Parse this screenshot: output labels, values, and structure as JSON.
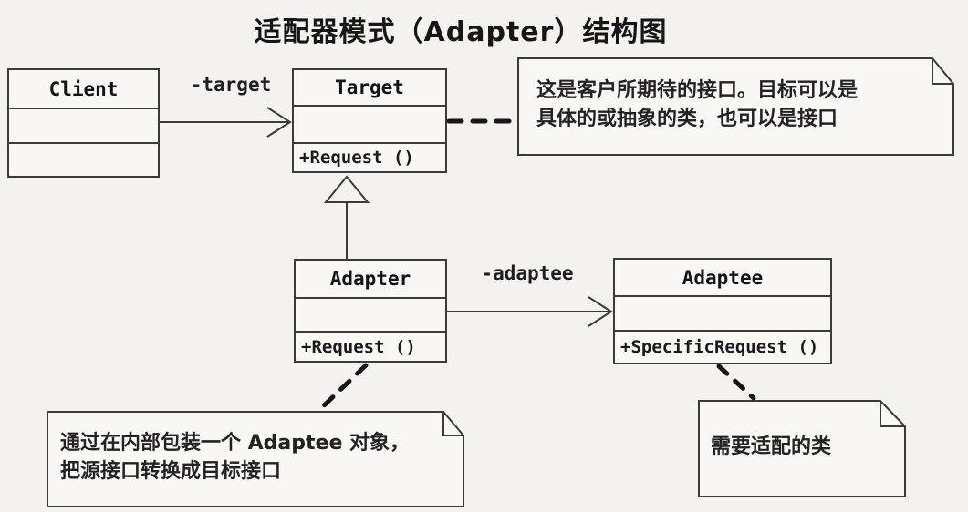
{
  "title": "适配器模式（Adapter）结构图",
  "classes": {
    "client": {
      "name": "Client",
      "attributes": "",
      "operations": ""
    },
    "target": {
      "name": "Target",
      "attributes": "",
      "operations": "+Request ()"
    },
    "adapter": {
      "name": "Adapter",
      "attributes": "",
      "operations": "+Request ()"
    },
    "adaptee": {
      "name": "Adaptee",
      "attributes": "",
      "operations": "+SpecificRequest ()"
    }
  },
  "associations": {
    "client_to_target": {
      "label": "-target",
      "type": "association-arrow"
    },
    "adapter_to_adaptee": {
      "label": "-adaptee",
      "type": "association-arrow"
    },
    "adapter_to_target": {
      "label": "",
      "type": "generalization"
    }
  },
  "notes": {
    "target_note": {
      "lines": [
        "这是客户所期待的接口。目标可以是",
        "具体的或抽象的类，也可以是接口"
      ]
    },
    "adapter_note": {
      "lines": [
        "通过在内部包装一个 Adaptee 对象，",
        "把源接口转换成目标接口"
      ]
    },
    "adaptee_note": {
      "lines": [
        "需要适配的类"
      ]
    }
  },
  "colors": {
    "paper": "#f3f2ef",
    "box_fill": "#f8f7f4",
    "line": "#3a3a3a",
    "dash_line": "#161616",
    "text": "#1b1b1b"
  }
}
